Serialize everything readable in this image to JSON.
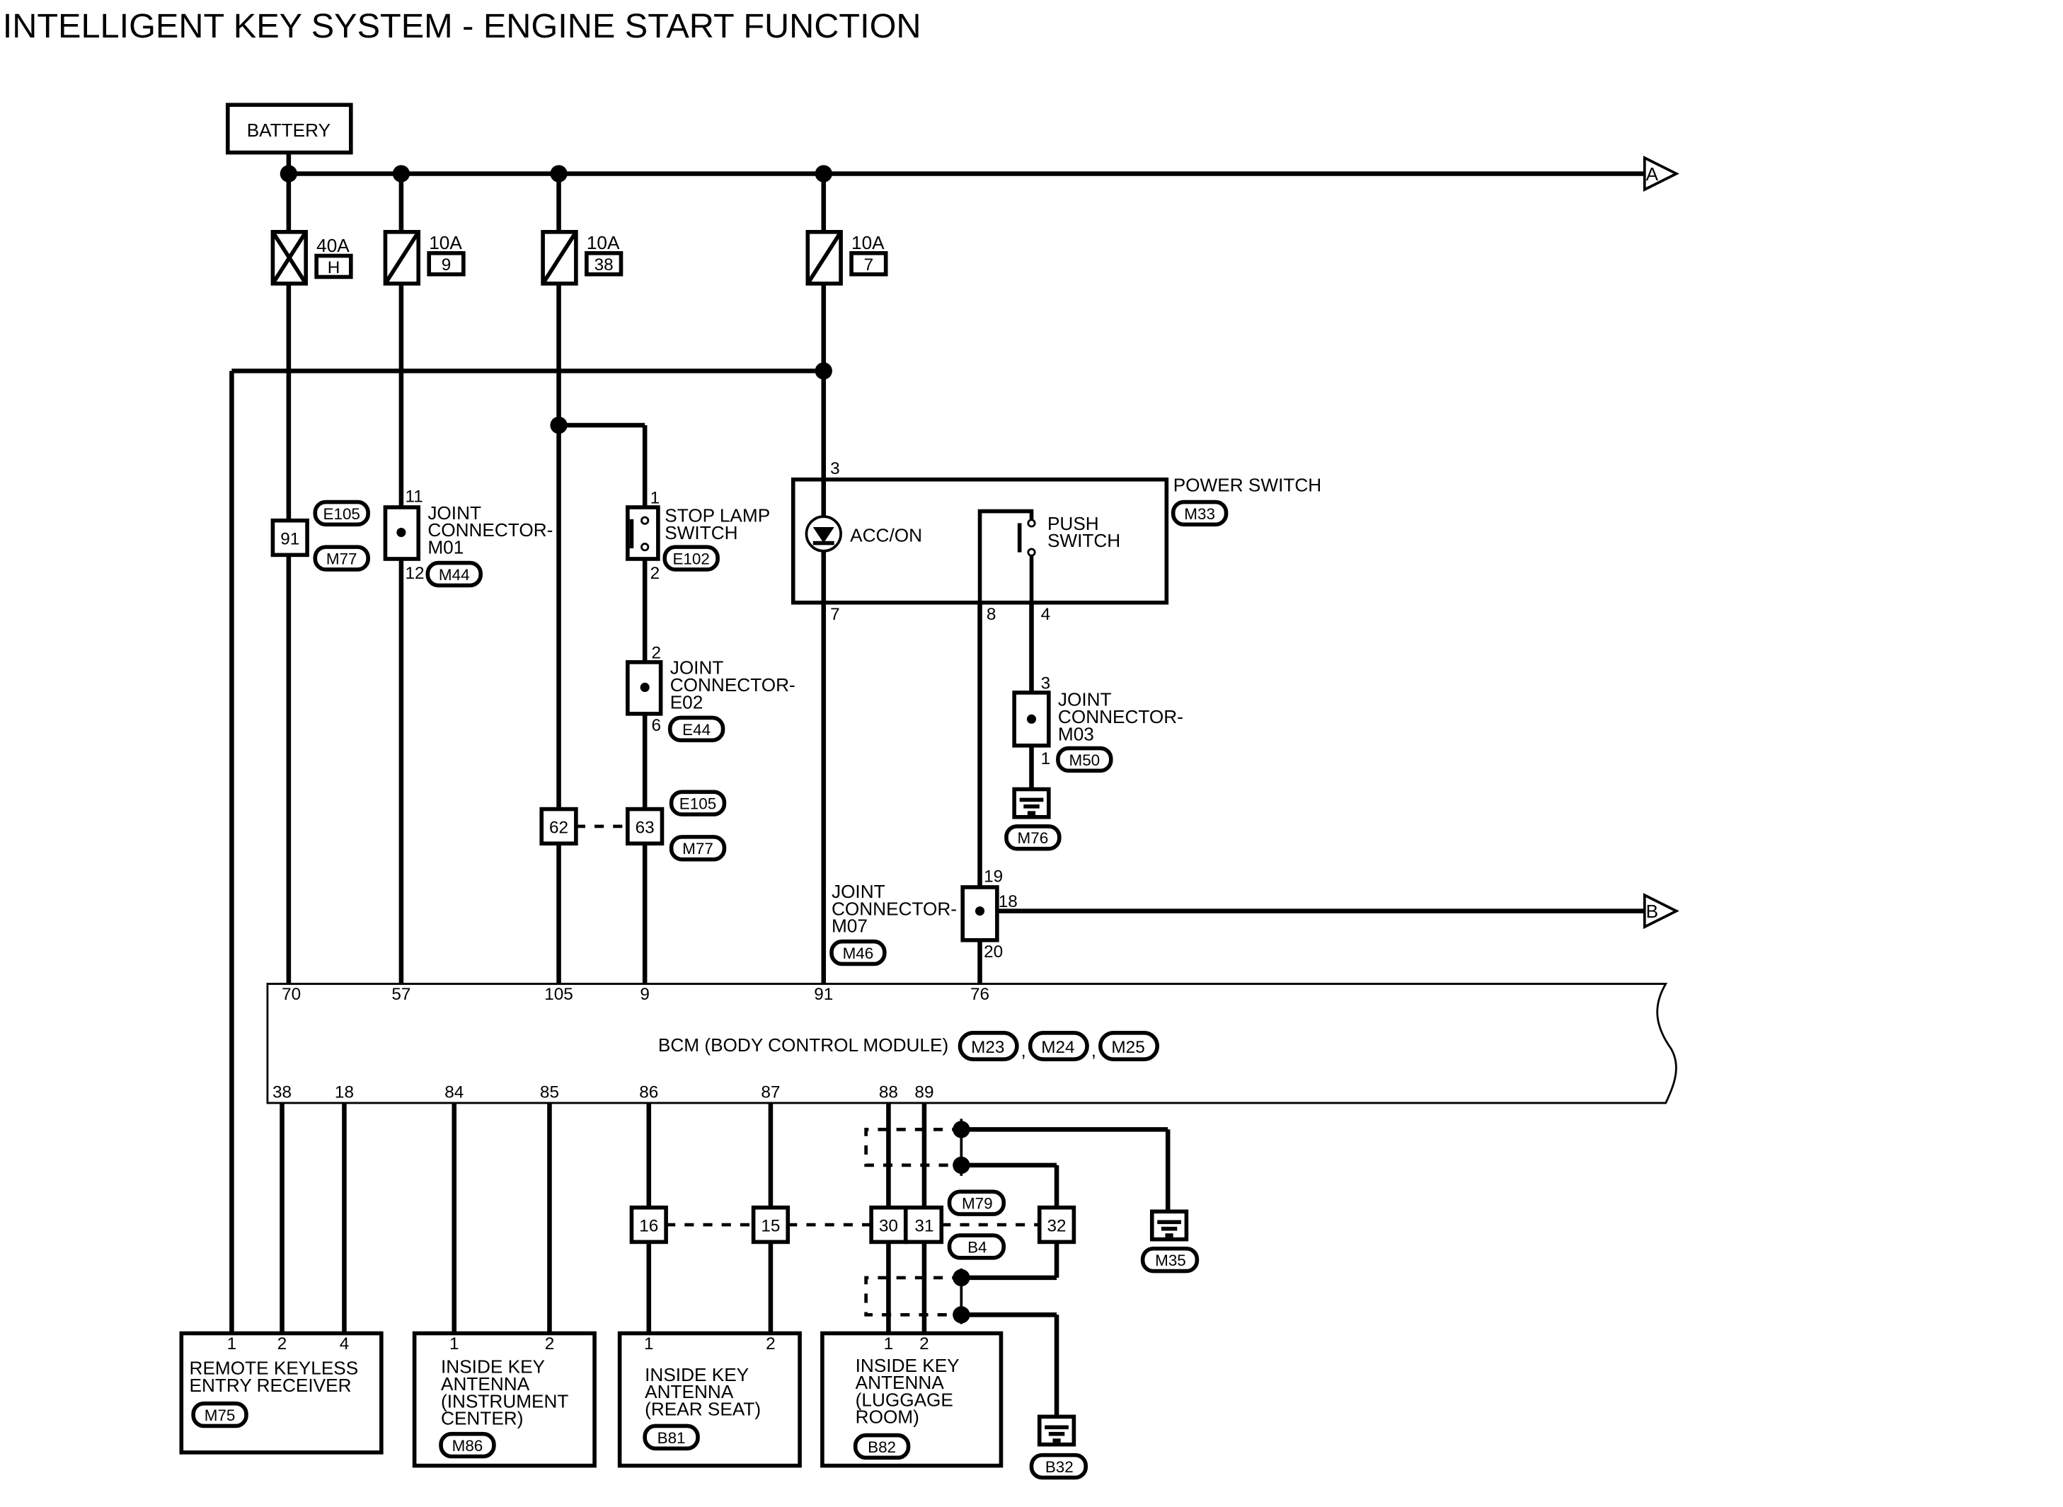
{
  "title": "INTELLIGENT KEY SYSTEM - ENGINE START FUNCTION",
  "battery": "BATTERY",
  "arrows": {
    "a": "A",
    "b": "B"
  },
  "fuses": [
    {
      "amp": "40A",
      "id": "H"
    },
    {
      "amp": "10A",
      "id": "9"
    },
    {
      "amp": "10A",
      "id": "38"
    },
    {
      "amp": "10A",
      "id": "7"
    }
  ],
  "harness_connector_1": {
    "pin": "91",
    "conn_a": "E105",
    "conn_b": "M77"
  },
  "joint_m01": {
    "line1": "JOINT",
    "line2": "CONNECTOR-",
    "line3": "M01",
    "conn": "M44",
    "pin_top": "11",
    "pin_bottom": "12"
  },
  "stop_lamp": {
    "line1": "STOP LAMP",
    "line2": "SWITCH",
    "conn": "E102",
    "pin_top": "1",
    "pin_bottom": "2"
  },
  "joint_e02": {
    "line1": "JOINT",
    "line2": "CONNECTOR-",
    "line3": "E02",
    "conn": "E44",
    "pin_top": "2",
    "pin_bottom": "6"
  },
  "harness_connector_2": {
    "pin_left": "62",
    "pin_right": "63",
    "conn_a": "E105",
    "conn_b": "M77"
  },
  "power_switch": {
    "title": "POWER SWITCH",
    "conn": "M33",
    "acc_on": "ACC/ON",
    "push_line1": "PUSH",
    "push_line2": "SWITCH",
    "pin_3": "3",
    "pin_7": "7",
    "pin_8": "8",
    "pin_4": "4"
  },
  "joint_m03": {
    "line1": "JOINT",
    "line2": "CONNECTOR-",
    "line3": "M03",
    "conn": "M50",
    "pin_top": "3",
    "pin_bottom": "1",
    "ground": "M76"
  },
  "joint_m07": {
    "line1": "JOINT",
    "line2": "CONNECTOR-",
    "line3": "M07",
    "conn": "M46",
    "pin_19": "19",
    "pin_18": "18",
    "pin_20": "20"
  },
  "bcm": {
    "label": "BCM (BODY CONTROL MODULE)",
    "conns": [
      "M23",
      "M24",
      "M25"
    ],
    "sep": ",",
    "pins_top": [
      "70",
      "57",
      "105",
      "9",
      "91",
      "76"
    ],
    "pins_bottom": [
      "38",
      "18",
      "84",
      "85",
      "86",
      "87",
      "88",
      "89"
    ]
  },
  "harness_connector_3": {
    "pins": [
      "16",
      "15",
      "30",
      "31",
      "32"
    ],
    "conn_a": "M79",
    "conn_b": "B4"
  },
  "grounds": {
    "right": "M35",
    "bottom": "B32"
  },
  "components": [
    {
      "line1": "REMOTE KEYLESS",
      "line2": "ENTRY RECEIVER",
      "conn": "M75",
      "pins": [
        "1",
        "2",
        "4"
      ]
    },
    {
      "line1": "INSIDE KEY",
      "line2": "ANTENNA",
      "line3": "(INSTRUMENT",
      "line4": "CENTER)",
      "conn": "M86",
      "pins": [
        "1",
        "2"
      ]
    },
    {
      "line1": "INSIDE KEY",
      "line2": "ANTENNA",
      "line3": "(REAR SEAT)",
      "conn": "B81",
      "pins": [
        "1",
        "2"
      ]
    },
    {
      "line1": "INSIDE KEY",
      "line2": "ANTENNA",
      "line3": "(LUGGAGE",
      "line4": "ROOM)",
      "conn": "B82",
      "pins": [
        "1",
        "2"
      ]
    }
  ]
}
